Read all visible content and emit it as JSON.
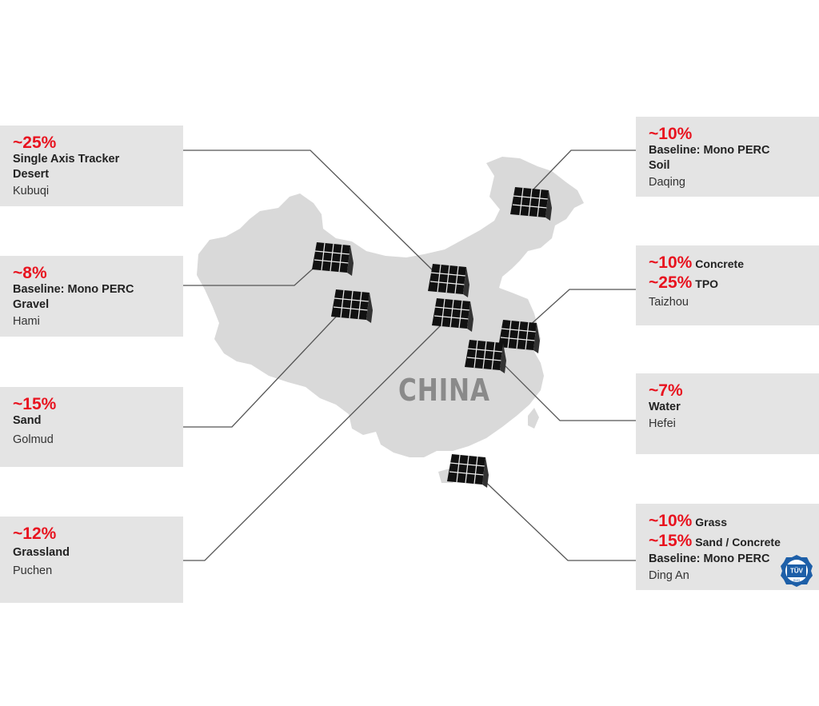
{
  "map": {
    "country_label": "CHINA"
  },
  "colors": {
    "accent": "#e8131f",
    "card_bg": "#e4e4e4",
    "land": "#d9d9d9",
    "line": "#555555"
  },
  "cards": {
    "kubuqi": {
      "pct": "~25%",
      "line1": "Single Axis Tracker",
      "line2": "Desert",
      "location": "Kubuqi"
    },
    "hami": {
      "pct": "~8%",
      "line1": "Baseline: Mono PERC",
      "line2": "Gravel",
      "location": "Hami"
    },
    "golmud": {
      "pct": "~15%",
      "line1": "Sand",
      "location": "Golmud"
    },
    "puchen": {
      "pct": "~12%",
      "line1": "Grassland",
      "location": "Puchen"
    },
    "daqing": {
      "pct": "~10%",
      "line1": "Baseline: Mono PERC",
      "line2": "Soil",
      "location": "Daqing"
    },
    "taizhou": {
      "pct1": "~10%",
      "label1": "Concrete",
      "pct2": "~25%",
      "label2": "TPO",
      "location": "Taizhou"
    },
    "hefei": {
      "pct": "~7%",
      "line1": "Water",
      "location": "Hefei"
    },
    "dingan": {
      "pct1": "~10%",
      "label1": "Grass",
      "pct2": "~15%",
      "label2": "Sand / Concrete",
      "line1": "Baseline: Mono PERC",
      "location": "Ding An"
    }
  },
  "badge": {
    "text": "TÜV",
    "subtext": "SÜD",
    "icon": "tuv-sud-certification-icon"
  },
  "icons": {
    "panel": "solar-panel-icon"
  }
}
